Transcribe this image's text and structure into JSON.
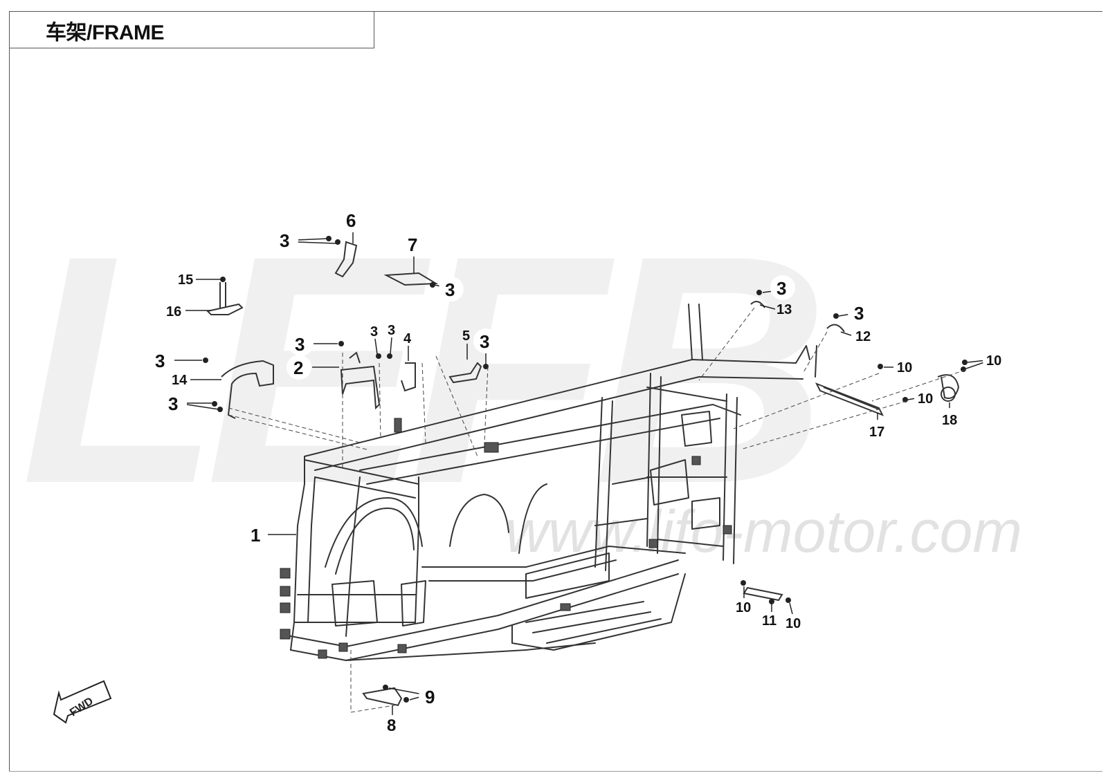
{
  "header": {
    "title": "车架/FRAME"
  },
  "watermark": {
    "brand": "LEFB",
    "url": "www.lifo-motor.com"
  },
  "footer": {
    "text": ""
  },
  "fwd_label": "FWD",
  "callouts": [
    {
      "n": "1"
    },
    {
      "n": "2"
    },
    {
      "n": "3a"
    },
    {
      "n": "3b"
    },
    {
      "n": "3c"
    },
    {
      "n": "3d"
    },
    {
      "n": "3e"
    },
    {
      "n": "3f"
    },
    {
      "n": "3g"
    },
    {
      "n": "3h"
    },
    {
      "n": "3i"
    },
    {
      "n": "3j"
    },
    {
      "n": "4"
    },
    {
      "n": "5"
    },
    {
      "n": "6"
    },
    {
      "n": "7"
    },
    {
      "n": "8"
    },
    {
      "n": "9"
    },
    {
      "n": "10a"
    },
    {
      "n": "10b"
    },
    {
      "n": "10c"
    },
    {
      "n": "10d"
    },
    {
      "n": "10e"
    },
    {
      "n": "11"
    },
    {
      "n": "12"
    },
    {
      "n": "13"
    },
    {
      "n": "14"
    },
    {
      "n": "15"
    },
    {
      "n": "16"
    },
    {
      "n": "17"
    },
    {
      "n": "18"
    }
  ],
  "labels": {
    "p1": "1",
    "p2": "2",
    "p3": "3",
    "p4": "4",
    "p5": "5",
    "p6": "6",
    "p7": "7",
    "p8": "8",
    "p9": "9",
    "p10": "10",
    "p11": "11",
    "p12": "12",
    "p13": "13",
    "p14": "14",
    "p15": "15",
    "p16": "16",
    "p17": "17",
    "p18": "18"
  }
}
